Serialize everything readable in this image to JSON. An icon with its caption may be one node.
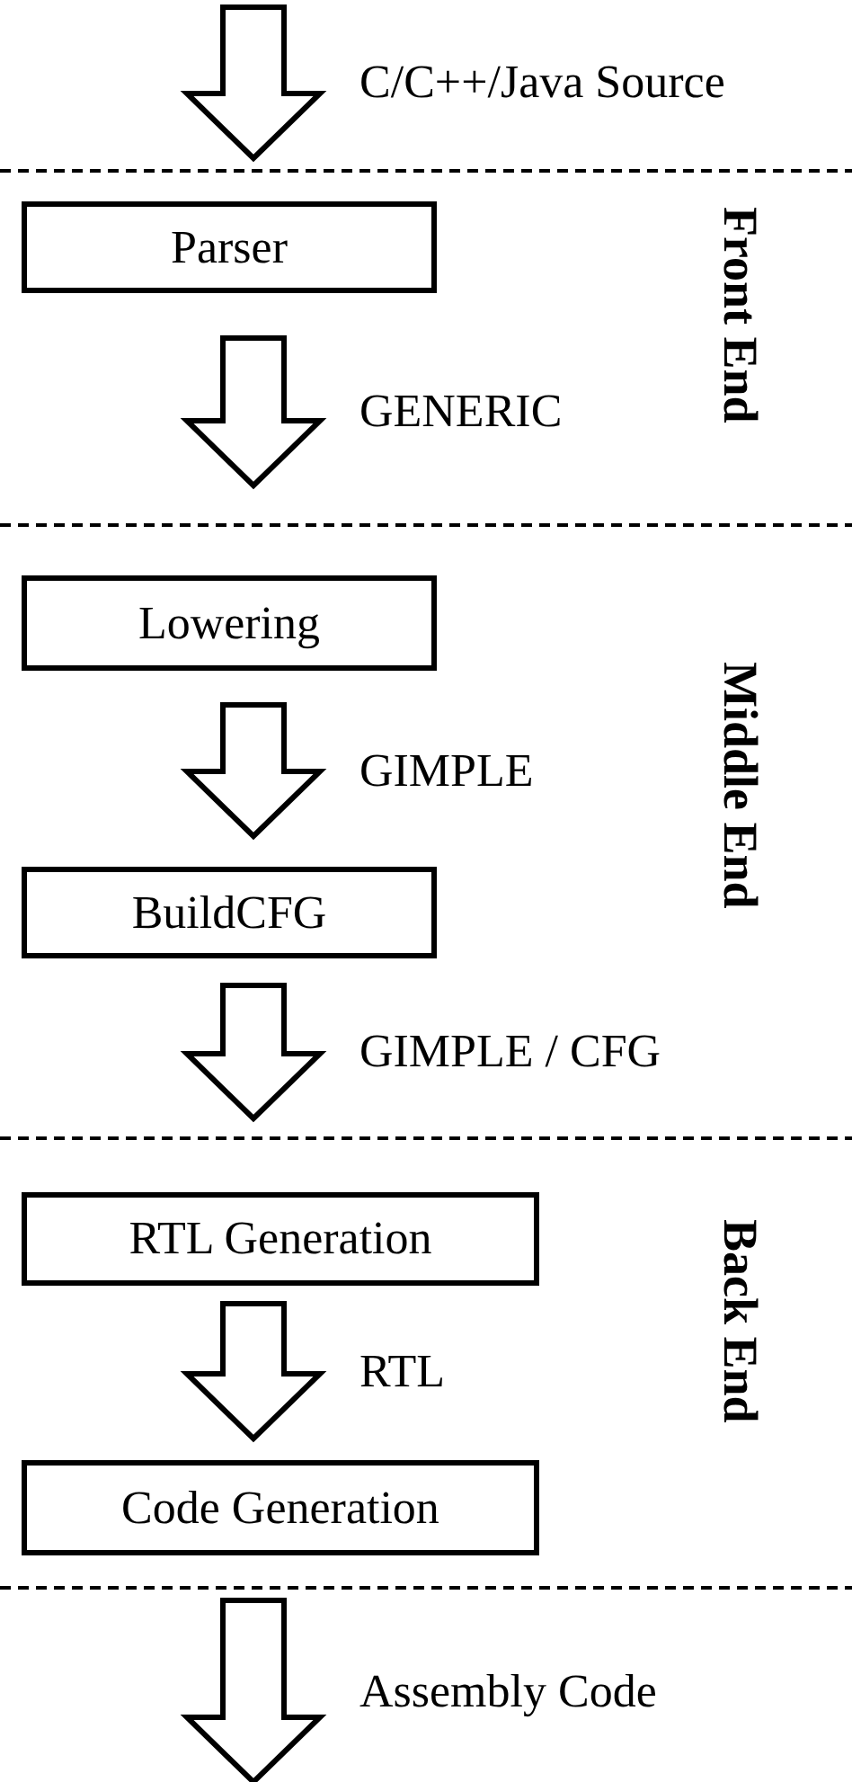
{
  "diagram": {
    "nodes": [
      {
        "text": [
          "Parser"
        ]
      },
      {
        "text": [
          "Lowering"
        ]
      },
      {
        "text": [
          "BuildCFG"
        ]
      },
      {
        "text": [
          "RTL Generation"
        ]
      },
      {
        "text": [
          "Code Generation"
        ]
      }
    ],
    "edges": [
      {
        "from": null,
        "to": 0,
        "arrow": "to",
        "label": "C/C++/Java Source"
      },
      {
        "from": 0,
        "to": 1,
        "arrow": "to",
        "label": "GENERIC"
      },
      {
        "from": 1,
        "to": 2,
        "arrow": "to",
        "label": "GIMPLE"
      },
      {
        "from": 2,
        "to": 3,
        "arrow": "to",
        "label": "GIMPLE / CFG"
      },
      {
        "from": 3,
        "to": 4,
        "arrow": "to",
        "label": "RTL"
      },
      {
        "from": 4,
        "to": null,
        "arrow": "to",
        "label": "Assembly Code"
      }
    ],
    "labels": [
      "Front End",
      "Middle End",
      "Back End"
    ]
  }
}
